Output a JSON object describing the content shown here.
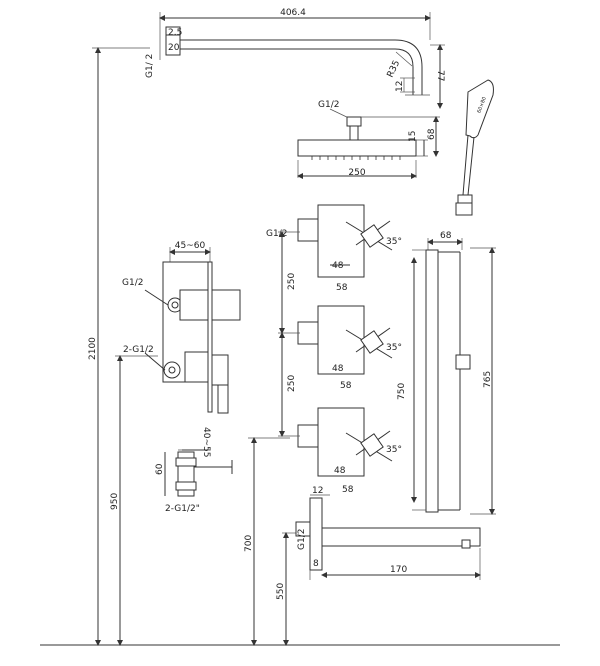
{
  "shower_arm": {
    "length": "406.4",
    "radius": "R35",
    "drop": "77",
    "wall_t1": "2.5",
    "wall_t2": "20",
    "thread": "G1/ 2",
    "offset": "12"
  },
  "shower_head": {
    "thread": "G1/2",
    "height_a": "15",
    "height_b": "68",
    "width": "250"
  },
  "hand_shower": {
    "size": "60×80"
  },
  "valve": {
    "depth": "45~60",
    "thread_top": "G1/2",
    "thread_bottom": "2-G1/2"
  },
  "small_valve": {
    "depth": "40~55",
    "height": "60",
    "thread": "2-G1/2\""
  },
  "stop_valves": {
    "thread": "G1/2",
    "depth": "48",
    "width": "58",
    "angle": "35°",
    "spacing_1": "250",
    "spacing_2": "250"
  },
  "slide_bar": {
    "width": "68",
    "length_inner": "750",
    "length_total": "765"
  },
  "spout": {
    "top": "12",
    "thread": "G1/2",
    "height": "8",
    "length": "170"
  },
  "heights": {
    "total": "2100",
    "valve": "950",
    "stop_valve": "700",
    "spout": "550"
  }
}
